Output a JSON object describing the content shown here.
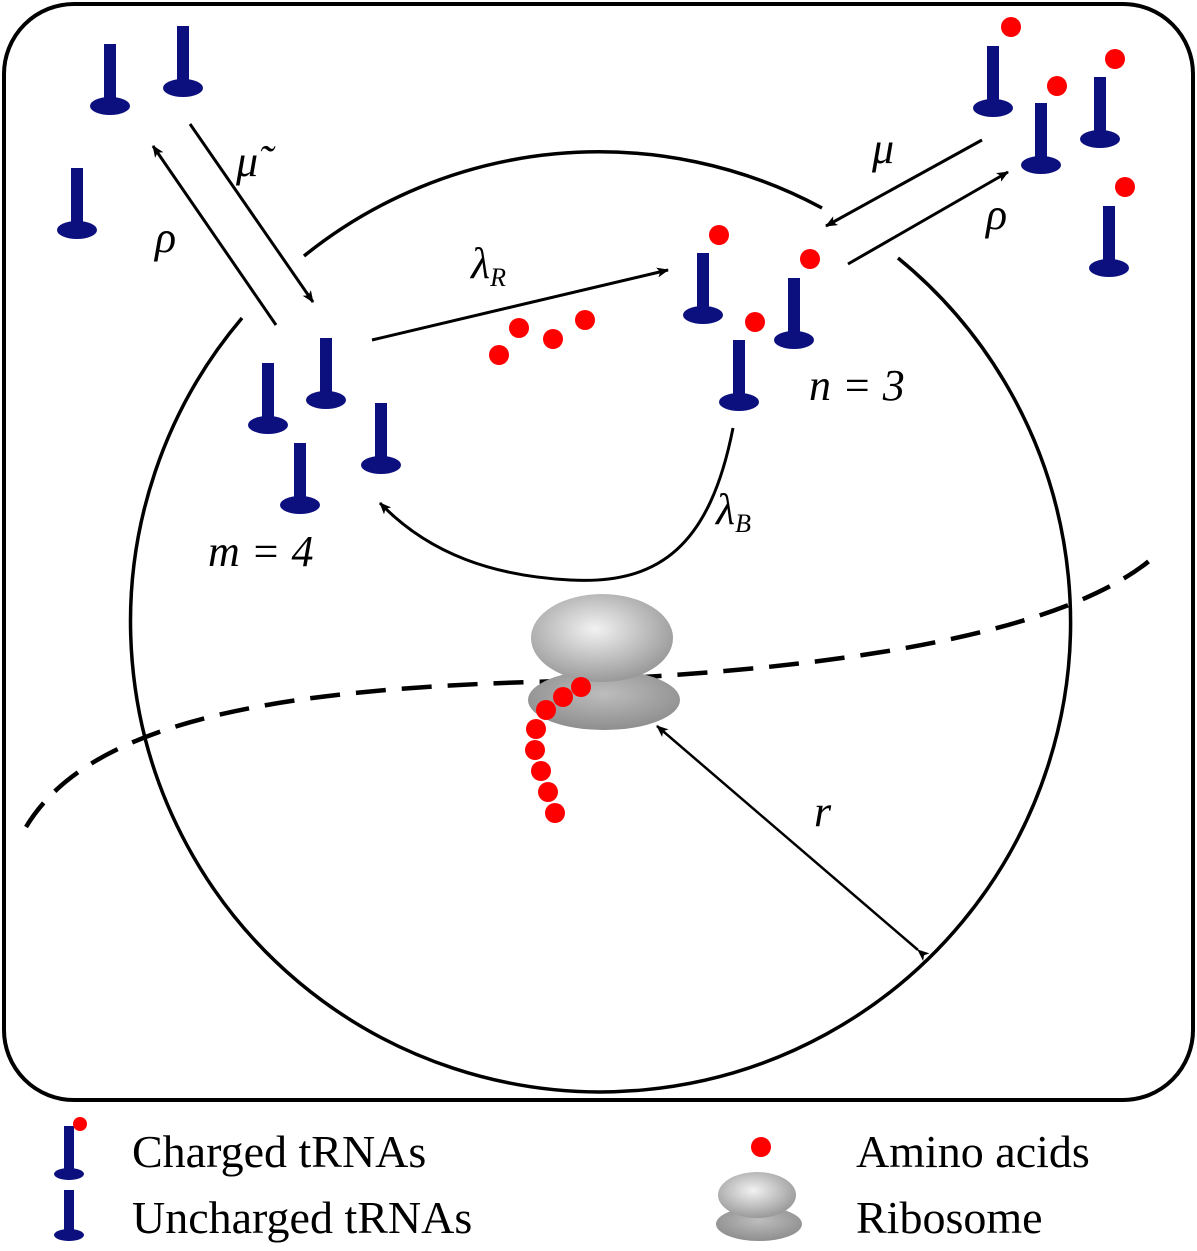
{
  "colors": {
    "trna": "#0c0f7e",
    "amino_acid": "#ff0000",
    "ribosome": "#9a9a9a",
    "line": "#000000"
  },
  "labels": {
    "mu_tilde": "μ̃",
    "rho_left": "ρ",
    "mu": "μ",
    "rho_right": "ρ",
    "lambda": "λ",
    "sub_R": "R",
    "sub_B": "B",
    "n_eq": "n = 3",
    "m_eq": "m = 4",
    "r": "r"
  },
  "legend": {
    "charged": "Charged tRNAs",
    "uncharged": "Uncharged tRNAs",
    "amino_acids": "Amino acids",
    "ribosome": "Ribosome"
  }
}
